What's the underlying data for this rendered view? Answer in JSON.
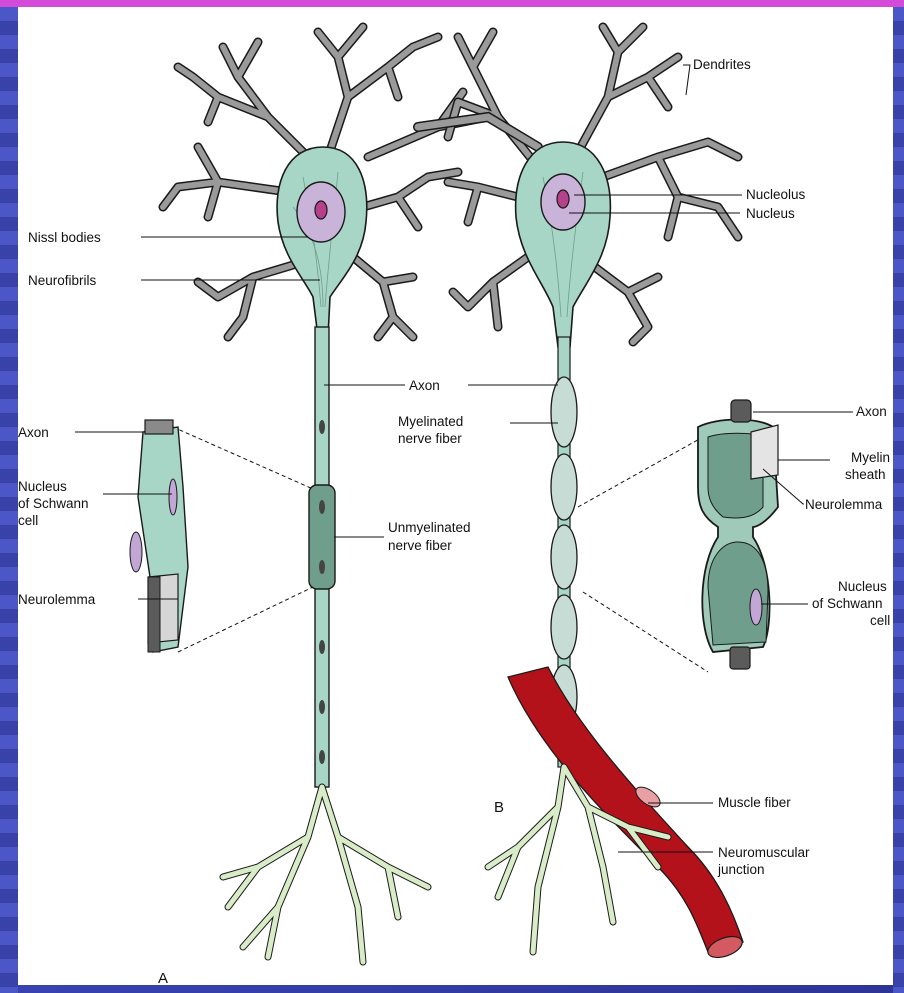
{
  "figure": {
    "panel_a_letter": "A",
    "panel_b_letter": "B"
  },
  "labels": {
    "dendrites": "Dendrites",
    "nucleolus": "Nucleolus",
    "nucleus": "Nucleus",
    "nissl_bodies": "Nissl bodies",
    "neurofibrils": "Neurofibrils",
    "axon_center": "Axon",
    "myelinated_line1": "Myelinated",
    "myelinated_line2": "nerve fiber",
    "unmyelinated_line1": "Unmyelinated",
    "unmyelinated_line2": "nerve fiber",
    "inset_a_axon": "Axon",
    "inset_a_nucleus_line1": "Nucleus",
    "inset_a_nucleus_line2": "of Schwann",
    "inset_a_nucleus_line3": "cell",
    "inset_a_neurolemma": "Neurolemma",
    "inset_b_axon": "Axon",
    "inset_b_myelin_line1": "Myelin",
    "inset_b_myelin_line2": "sheath",
    "inset_b_neurolemma": "Neurolemma",
    "inset_b_nucleus_line1": "Nucleus",
    "inset_b_nucleus_line2": "of Schwann",
    "inset_b_nucleus_line3": "cell",
    "muscle_fiber": "Muscle fiber",
    "nmj_line1": "Neuromuscular",
    "nmj_line2": "junction"
  },
  "colors": {
    "cell_body": "#a8d6c6",
    "nucleus": "#c9b3d8",
    "dendrite": "#9a9a9a",
    "axon_terminal": "#d9ecc8",
    "muscle": "#b3121b",
    "slide_accent": "#d34bd8",
    "slide_background": "#2d3496"
  }
}
